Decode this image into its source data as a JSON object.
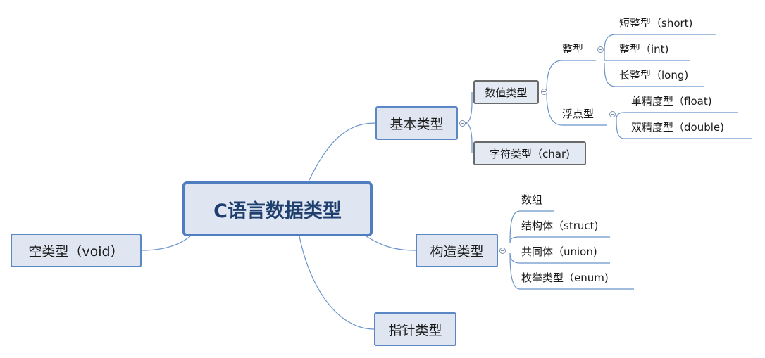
{
  "root": {
    "label": "C语言数据类型"
  },
  "branches": {
    "basic": {
      "label": "基本类型",
      "numeric": {
        "label": "数值类型",
        "integer": {
          "label": "整型",
          "items": [
            "短整型（short)",
            "整型（int)",
            "长整型（long)"
          ]
        },
        "float": {
          "label": "浮点型",
          "items": [
            "单精度型（float)",
            "双精度型（double)"
          ]
        }
      },
      "char": {
        "label": "字符类型（char)"
      }
    },
    "void": {
      "label": "空类型（void）"
    },
    "construct": {
      "label": "构造类型",
      "items": [
        "数组",
        "结构体（struct)",
        "共同体（union)",
        "枚举类型（enum)"
      ]
    },
    "pointer": {
      "label": "指针类型"
    }
  }
}
